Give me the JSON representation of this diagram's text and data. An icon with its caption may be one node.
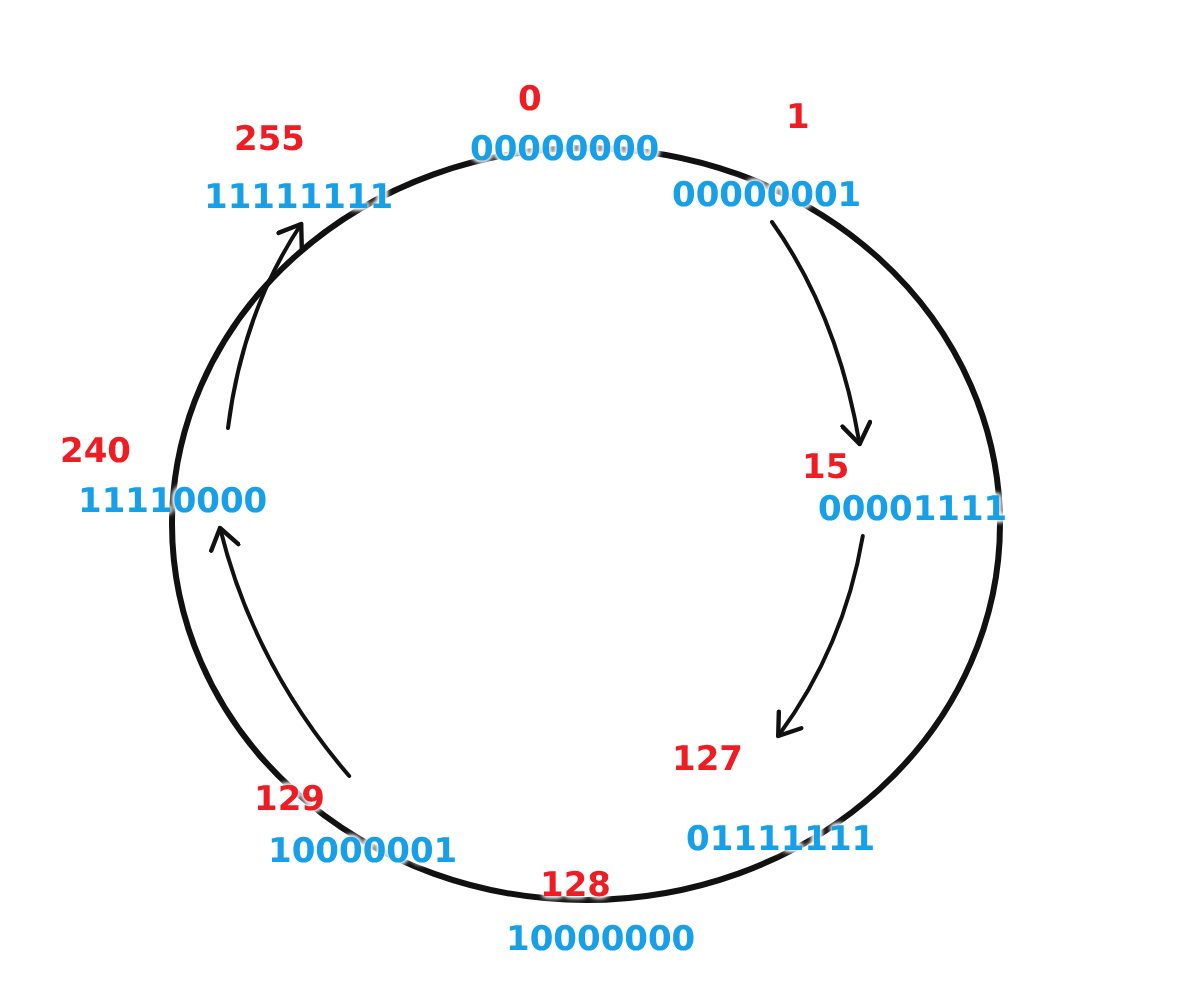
{
  "diagram": {
    "nodes": [
      {
        "text": [
          "0",
          "00000000"
        ]
      },
      {
        "text": [
          "1",
          "00000001"
        ]
      },
      {
        "text": [
          "15",
          "00001111"
        ]
      },
      {
        "text": [
          "127",
          "01111111"
        ]
      },
      {
        "text": [
          "128",
          "10000000"
        ]
      },
      {
        "text": [
          "129",
          "10000001"
        ]
      },
      {
        "text": [
          "240",
          "11110000"
        ]
      },
      {
        "text": [
          "255",
          "11111111"
        ]
      }
    ],
    "edges": [
      {
        "from": 1,
        "to": 2,
        "arrow": "to"
      },
      {
        "from": 2,
        "to": 3,
        "arrow": "to"
      },
      {
        "from": 5,
        "to": 6,
        "arrow": "to"
      },
      {
        "from": 6,
        "to": 7,
        "arrow": "to"
      }
    ]
  }
}
